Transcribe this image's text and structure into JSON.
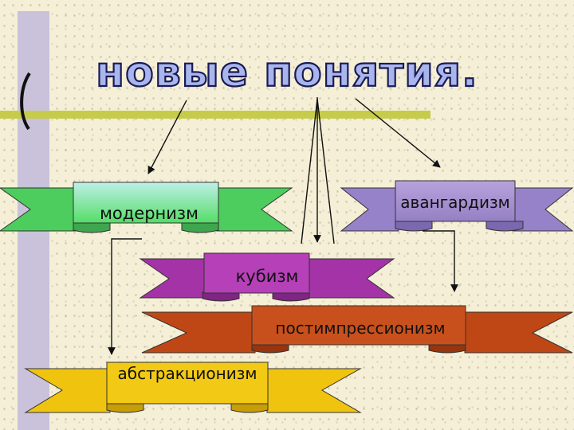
{
  "title": "новые понятия.",
  "banners": [
    {
      "key": "modernism",
      "label": "модернизм",
      "color": "#64e07e"
    },
    {
      "key": "avantgarde",
      "label": "авангардизм",
      "color": "#a58fd0"
    },
    {
      "key": "cubism",
      "label": "кубизм",
      "color": "#b33fb5"
    },
    {
      "key": "postimpressionism",
      "label": "постимпрессионизм",
      "color": "#c8501c"
    },
    {
      "key": "abstractionism",
      "label": "абстракционизм",
      "color": "#f2c915"
    }
  ],
  "colors": {
    "left_band": "#c9c2da",
    "horizontal_band": "#c6cc4a",
    "title_fill": "#a9b6ee",
    "title_stroke": "#1a1a55",
    "connector": "#111111"
  }
}
